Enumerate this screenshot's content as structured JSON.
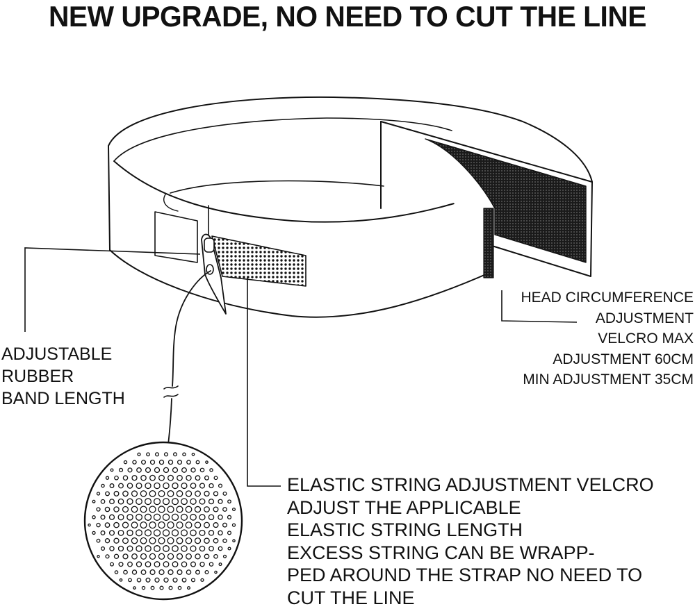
{
  "page_title": "NEW UPGRADE, NO NEED TO CUT THE LINE",
  "labels": {
    "rubber_band": [
      "ADJUSTABLE",
      "RUBBER",
      "BAND LENGTH"
    ],
    "head_circumference": [
      "HEAD CIRCUMFERENCE",
      "ADJUSTMENT",
      "VELCRO MAX",
      "ADJUSTMENT 60CM",
      "MIN ADJUSTMENT 35CM"
    ],
    "elastic_string": [
      "ELASTIC STRING ADJUSTMENT VELCRO",
      "ADJUST THE APPLICABLE",
      "ELASTIC STRING LENGTH",
      "EXCESS STRING CAN BE WRAPP-",
      "PED AROUND THE STRAP NO NEED TO",
      "CUT THE LINE"
    ]
  },
  "icons": {
    "headband": "headband-illustration-icon",
    "ball": "reflex-ball-icon",
    "string": "elastic-string-icon"
  },
  "colors": {
    "line": "#111111",
    "background": "#ffffff"
  }
}
